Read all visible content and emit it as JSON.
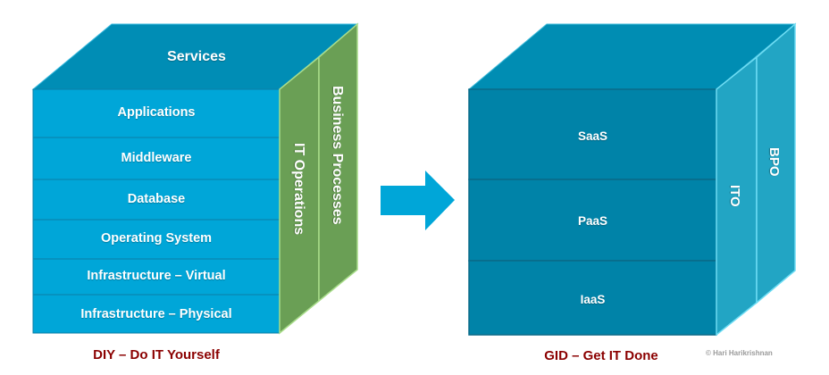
{
  "left_cube": {
    "top_label": "Services",
    "layers": [
      "Applications",
      "Middleware",
      "Database",
      "Operating System",
      "Infrastructure – Virtual",
      "Infrastructure – Physical"
    ],
    "side_panels": [
      "IT Operations",
      "Business Processes"
    ],
    "caption": "DIY – Do IT Yourself",
    "colors": {
      "front": "#00a6d8",
      "top": "#008db5",
      "side": "#6a9f55"
    }
  },
  "arrow": {
    "direction": "right",
    "color": "#00a6d8"
  },
  "right_cube": {
    "layers": [
      "SaaS",
      "PaaS",
      "IaaS"
    ],
    "side_panels": [
      "ITO",
      "BPO"
    ],
    "caption": "GID – Get IT Done",
    "colors": {
      "front": "#0083a8",
      "top": "#008db3",
      "side": "#22a5c4"
    }
  },
  "credit": "© Hari Harikrishnan"
}
